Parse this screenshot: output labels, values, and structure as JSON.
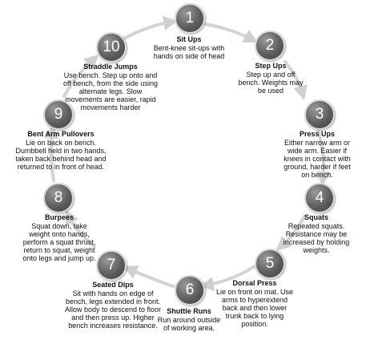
{
  "stations": [
    {
      "number": "1",
      "title": "Sit Ups",
      "description": "Bent-knee sit-ups with\nhands on side of head"
    },
    {
      "number": "2",
      "title": "Step Ups",
      "description": "Step up and off\nbench. Weights may\nbe used"
    },
    {
      "number": "3",
      "title": "Press Ups",
      "description": "Either narrow arm or\nwide arm. Easier if\nknees in contact with\nground, harder if feet\non bench."
    },
    {
      "number": "4",
      "title": "Squats",
      "description": "Repeated squats.\nResistance may be\nincreased by holding\nweights."
    },
    {
      "number": "5",
      "title": "Dorsal Press",
      "description": "Lie on front on mat. Use\narms to hyperextend\nback and then lower\ntrunk back to lying\nposition."
    },
    {
      "number": "6",
      "title": "Shuttle Runs",
      "description": "Run around outside\nof working area."
    },
    {
      "number": "7",
      "title": "Seated Dips",
      "description": "Sit with hands on edge of\nbench, legs extended in front.\nAllow body to descend to floor\nand then press up. Higher\nbench increases resistance."
    },
    {
      "number": "8",
      "title": "Burpees",
      "description": "Squat down, take\nweight onto hands,\nperform a squat thrust,\nreturn to squat, weight\nonto legs and jump up."
    },
    {
      "number": "9",
      "title": "Bent Arm Pullovers",
      "description": "Lie on back on bench.\nDumbbell held in two hands,\ntaken back behind head and\nreturned to in front of head."
    },
    {
      "number": "10",
      "title": "Straddle Jumps",
      "description": "Use bench. Step up onto and\noff bench, from the side using\nalternate legs. Slow\nmovements are easier, rapid\nmovements harder"
    }
  ],
  "colors": {
    "ring": "#d4d4d4",
    "node": "#5e5e5e",
    "node_text": "#ffffff"
  }
}
